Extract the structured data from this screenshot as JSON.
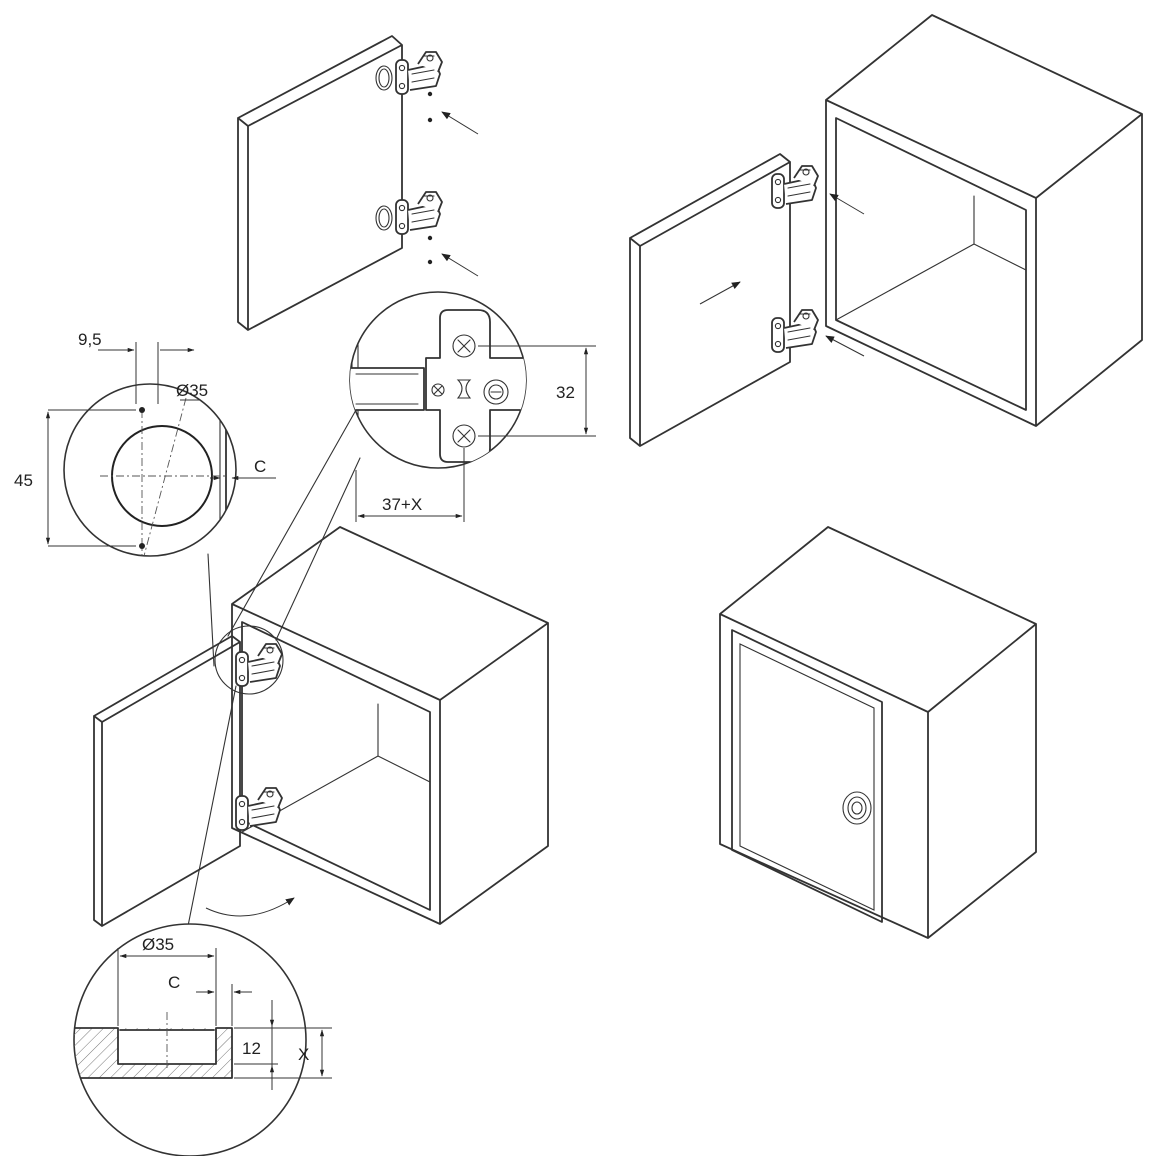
{
  "detail_hole": {
    "offset_label": "9,5",
    "diameter_label": "Ø35",
    "spacing_label": "45",
    "edge_label": "C"
  },
  "detail_plate": {
    "height_label": "32",
    "depth_label": "37+X"
  },
  "detail_section": {
    "diameter_label": "Ø35",
    "edge_label": "C",
    "depth_label": "12",
    "thickness_label": "X"
  },
  "colors": {
    "line": "#333333",
    "background": "#ffffff"
  },
  "icons": [
    "arrow-icon",
    "hinge-icon",
    "knob-icon"
  ]
}
